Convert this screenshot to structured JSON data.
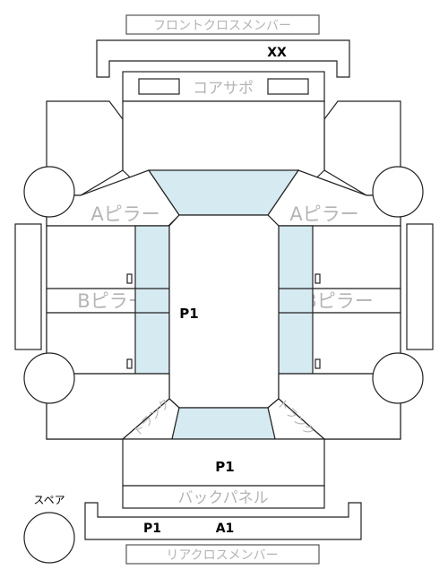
{
  "labels": {
    "front_cross_member": "フロントクロスメンバー",
    "core_support": "コアサポ",
    "a_pillar_left": "Aピラー",
    "a_pillar_right": "Aピラー",
    "b_pillar_left": "Bピラー",
    "b_pillar_right": "Bピラー",
    "trunk_left": "トランク",
    "trunk_right": "トランク",
    "back_panel": "バックパネル",
    "rear_cross_member": "リアクロスメンバー",
    "spare": "スペア"
  },
  "marks": {
    "front_cross_member": "XX",
    "roof": "P1",
    "trunk_floor": "P1",
    "rear_cross_member_1": "P1",
    "rear_cross_member_2": "A1"
  },
  "colors": {
    "glass": "#d6eaf2",
    "outline": "#222222",
    "label_gray": "#b4b4b4"
  }
}
